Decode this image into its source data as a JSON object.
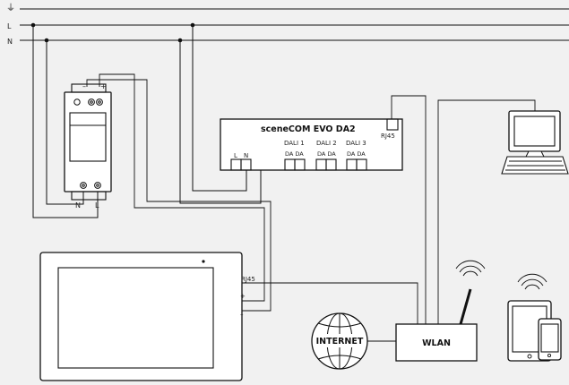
{
  "mains": {
    "earth_symbol": "⏚",
    "l_label": "L",
    "n_label": "N"
  },
  "psu": {
    "minus": "–",
    "plus": "+",
    "n_label": "N",
    "l_label": "L"
  },
  "controller": {
    "title": "sceneCOM EVO DA2",
    "rj45": "RJ45",
    "l_label": "L",
    "n_label": "N",
    "dali1": "DALI 1",
    "dali2": "DALI 2",
    "dali3": "DALI 3",
    "dada1": "DA DA",
    "dada2": "DA DA",
    "dada3": "DA DA"
  },
  "panel": {
    "rj45": "RJ45",
    "plus": "+",
    "minus": "–"
  },
  "internet": {
    "label": "INTERNET"
  },
  "wlan": {
    "label": "WLAN"
  },
  "icons": [
    "earth-icon",
    "computer-icon",
    "globe-icon",
    "antenna-icon",
    "wifi-icon",
    "tablet-icon",
    "phone-icon"
  ],
  "colors": {
    "line": "#111111",
    "background": "#f1f1f1",
    "device_fill": "#ffffff"
  }
}
